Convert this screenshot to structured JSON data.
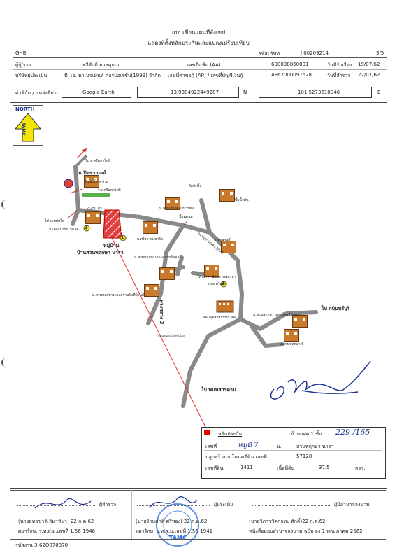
{
  "header": {
    "title": "แบบเขียนแผนที่สังเขป",
    "subtitle": "แสดงที่ตั้งหลักประกันและแปลงเปรียบเทียบ",
    "org_code": "GHB",
    "ref_label": "รหัสบริษัท",
    "ref_value": "J 00209214",
    "page": "3/5"
  },
  "info": {
    "client_label": "ผู้กู้/ราย",
    "client_value": "ทวีศักดิ์ มวลคุณม",
    "request_label": "เลขที่แฟ้ม (AA)",
    "request_value": "600038860001",
    "date_received_label": "วันที่รับเรื่อง",
    "date_received_value": "19/07/62",
    "company_label": "บริษัทผู้ประเมิน",
    "company_value": "ที. เอ. มาเนจเม้นท์ คอร์ปอเรชั่น(1999) จำกัด",
    "report_label": "เลขที่ค่าขอกู้ (AP) / เลขที่บัญชีเงินกู้",
    "report_value": "AP62000097628",
    "date_survey_label": "วันที่สำรวจ",
    "date_survey_value": "22/07/62"
  },
  "coords": {
    "label": "ค่าพิกัด / แหล่งที่มา",
    "source": "Google Earth",
    "lat": "13.9384922449287",
    "lat_dir": "N",
    "lon": "101.5273610046",
    "lon_dir": "E"
  },
  "map": {
    "north_label": "NORTH",
    "compass_text": "TAMC",
    "labels": {
      "to_sriharaj": "ไป อ.ศรีมหาโพธิ",
      "prachantakham": "ม.ปิยชาวมณ์",
      "kitchen": "ลิ้มยกโครงข้าม",
      "sriharaj_school": "ร.ร.ศรีมหาโพธิ",
      "price1": "2,250 ตร.",
      "to_kabin": "ไป ระบบหไส",
      "comp2_name": "ม.เดอะปาร์ม วิลเลจ",
      "subject_name": "บ้านสวนพฤกษา นารา",
      "subject_prefix": "หมู่บ้าน",
      "temple": "วัดปะทิ้ง",
      "pump": "ปั๊มน้ำมัน",
      "housing": "ม.เดอะพาดแดร์ปารทิม",
      "reservoir": "ปั๊มดูดนม",
      "sriwong": "ม.ศรีวราณ พาร์ค",
      "sukh": "ม.สุขสวัสดิ์",
      "main_road": "ถนนสุวรรณศร 3070",
      "suanphruksa3": "โครงการ บ้านสวนพฤกษา",
      "suanphruksa3_b": "เดอะคริสตัล",
      "comp_label1": "ม.สวนพฤกษาเดอะคราบร์ดคอร์",
      "comp_label2": "ม.สวนพฤกษาเดอะคราบร์ดที่บ้านดี",
      "road_v": "ทางหลวง 3",
      "condo": "นิคมอุตสาหกรรม 304",
      "comp5_label": "ม.สวนพฤกษา เดอะโพรวี (เดอะ)",
      "to_prachinburi": "ไป กบินทร์บุรี",
      "comp6_label": "ม.สวนพฤกษา 6",
      "to_phanom": "ไป พนมสารคาม",
      "aerial_road": "ถนนหนองโลงสุขเมือง"
    },
    "markers": [
      "1",
      "2",
      "3"
    ]
  },
  "collateral": {
    "legend_label": "หลักประกัน",
    "type_label": "บ้านแฝด 1 ชั้น",
    "house_no_hw": "229 /165",
    "no_label": "เลขที่",
    "no_value": "หมู่ที่ 7",
    "moo_label": "ม.",
    "village": "สวนพฤกษา นารา",
    "deed_label": "ปลูกสร้างบนโฉนดที่ดิน เลขที่",
    "deed_value": "57128",
    "land_no_label": "เลขที่ดิน",
    "land_no_value": "1411",
    "area_label": "เนื้อที่ดิน",
    "area_value": "37.5",
    "area_unit": "ตรว."
  },
  "signatures": {
    "surveyor_label": "ผู้สำรวจ",
    "surveyor_name": "(นายยุทธชาติ ลิมาทิมา) 22 ก.ค.62",
    "surveyor_license": "ผมารักษ. ร.ท.ส.ม.เลขที่ 1.56-1946",
    "appraiser_label": "ผู้ประเมิน",
    "appraiser_name": "(นายรักษศักดิ์ ศรีทอง) 22 ก.ค.62",
    "appraiser_license": "ผมารักษ. ร.ท.ส.ม.เลขที่ 1.56-1941",
    "approver_label": "ผู้มีอำนาจลงนาม",
    "approver_name": "(นายวิภาชวิศุกกทะ ศักดิ์)22 ก.ค.62",
    "approver_note": "หนังสือมอบอำนาจลงนาม ฉบับ ลง 1 พฤษภาคม 2562",
    "footer_code": "รหัสงาน 3-62O070370",
    "stamp_text": "TAMC"
  }
}
